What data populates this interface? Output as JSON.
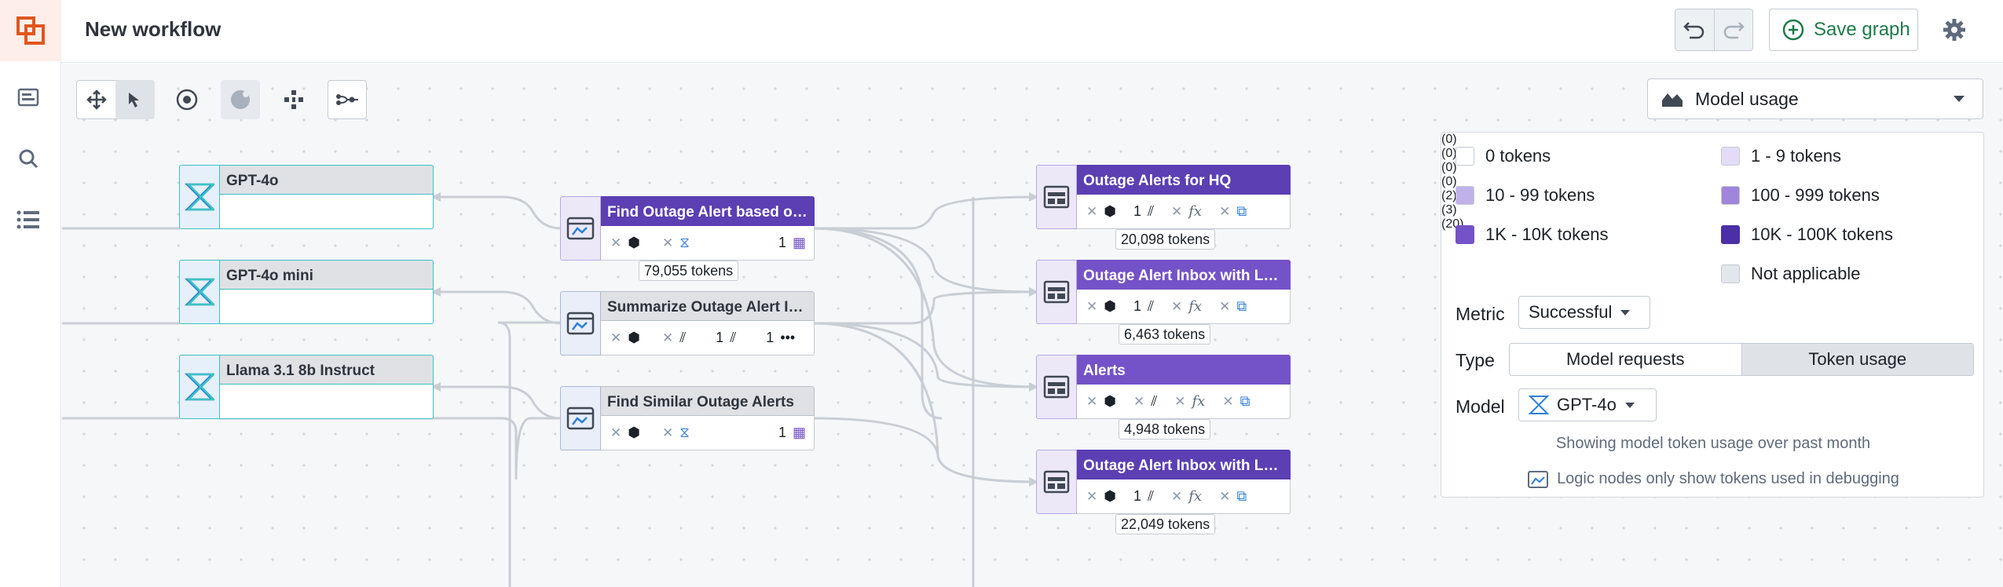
{
  "header": {
    "title": "New workflow",
    "save_label": "Save graph"
  },
  "toolbar": {
    "tools": [
      "move-icon",
      "select-icon",
      "target-icon",
      "spinner-icon",
      "layout-icon",
      "branch-icon"
    ]
  },
  "model_nodes": [
    {
      "label": "GPT-4o"
    },
    {
      "label": "GPT-4o mini"
    },
    {
      "label": "Llama 3.1 8b Instruct"
    }
  ],
  "logic_nodes": [
    {
      "label": "Find Outage Alert based on de...",
      "badge_count": "1",
      "tokens": "79,055 tokens"
    },
    {
      "label": "Summarize Outage Alert Incid...",
      "count_a": "1",
      "count_b": "1"
    },
    {
      "label": "Find Similar Outage Alerts",
      "badge_count": "1"
    }
  ],
  "output_nodes": [
    {
      "label": "Outage Alerts for HQ",
      "count": "1",
      "tokens": "20,098 tokens"
    },
    {
      "label": "Outage Alert Inbox with Logic ...",
      "count": "1",
      "tokens": "6,463 tokens"
    },
    {
      "label": "Alerts",
      "tokens": "4,948 tokens"
    },
    {
      "label": "Outage Alert Inbox with Logic",
      "count": "1",
      "tokens": "22,049 tokens"
    }
  ],
  "panel": {
    "view_select": "Model usage",
    "legend": [
      {
        "label": "0 tokens",
        "count": "(0)",
        "color": "#ffffff"
      },
      {
        "label": "1 - 9 tokens",
        "count": "(0)",
        "color": "#e4dcf7"
      },
      {
        "label": "10 - 99 tokens",
        "count": "(0)",
        "color": "#c1b1ea"
      },
      {
        "label": "100 - 999 tokens",
        "count": "(0)",
        "color": "#9f86dc"
      },
      {
        "label": "1K - 10K tokens",
        "count": "(2)",
        "color": "#7452c7"
      },
      {
        "label": "10K - 100K tokens",
        "count": "(3)",
        "color": "#4b2fa6"
      },
      {
        "label": "Not applicable",
        "count": "(20)",
        "color": "#e3e6ea"
      }
    ],
    "metric_label": "Metric",
    "metric_value": "Successful",
    "type_label": "Type",
    "type_options": [
      "Model requests",
      "Token usage"
    ],
    "model_label": "Model",
    "model_value": "GPT-4o",
    "note1": "Showing model token usage over past month",
    "note2": "Logic nodes only show tokens used in debugging"
  }
}
